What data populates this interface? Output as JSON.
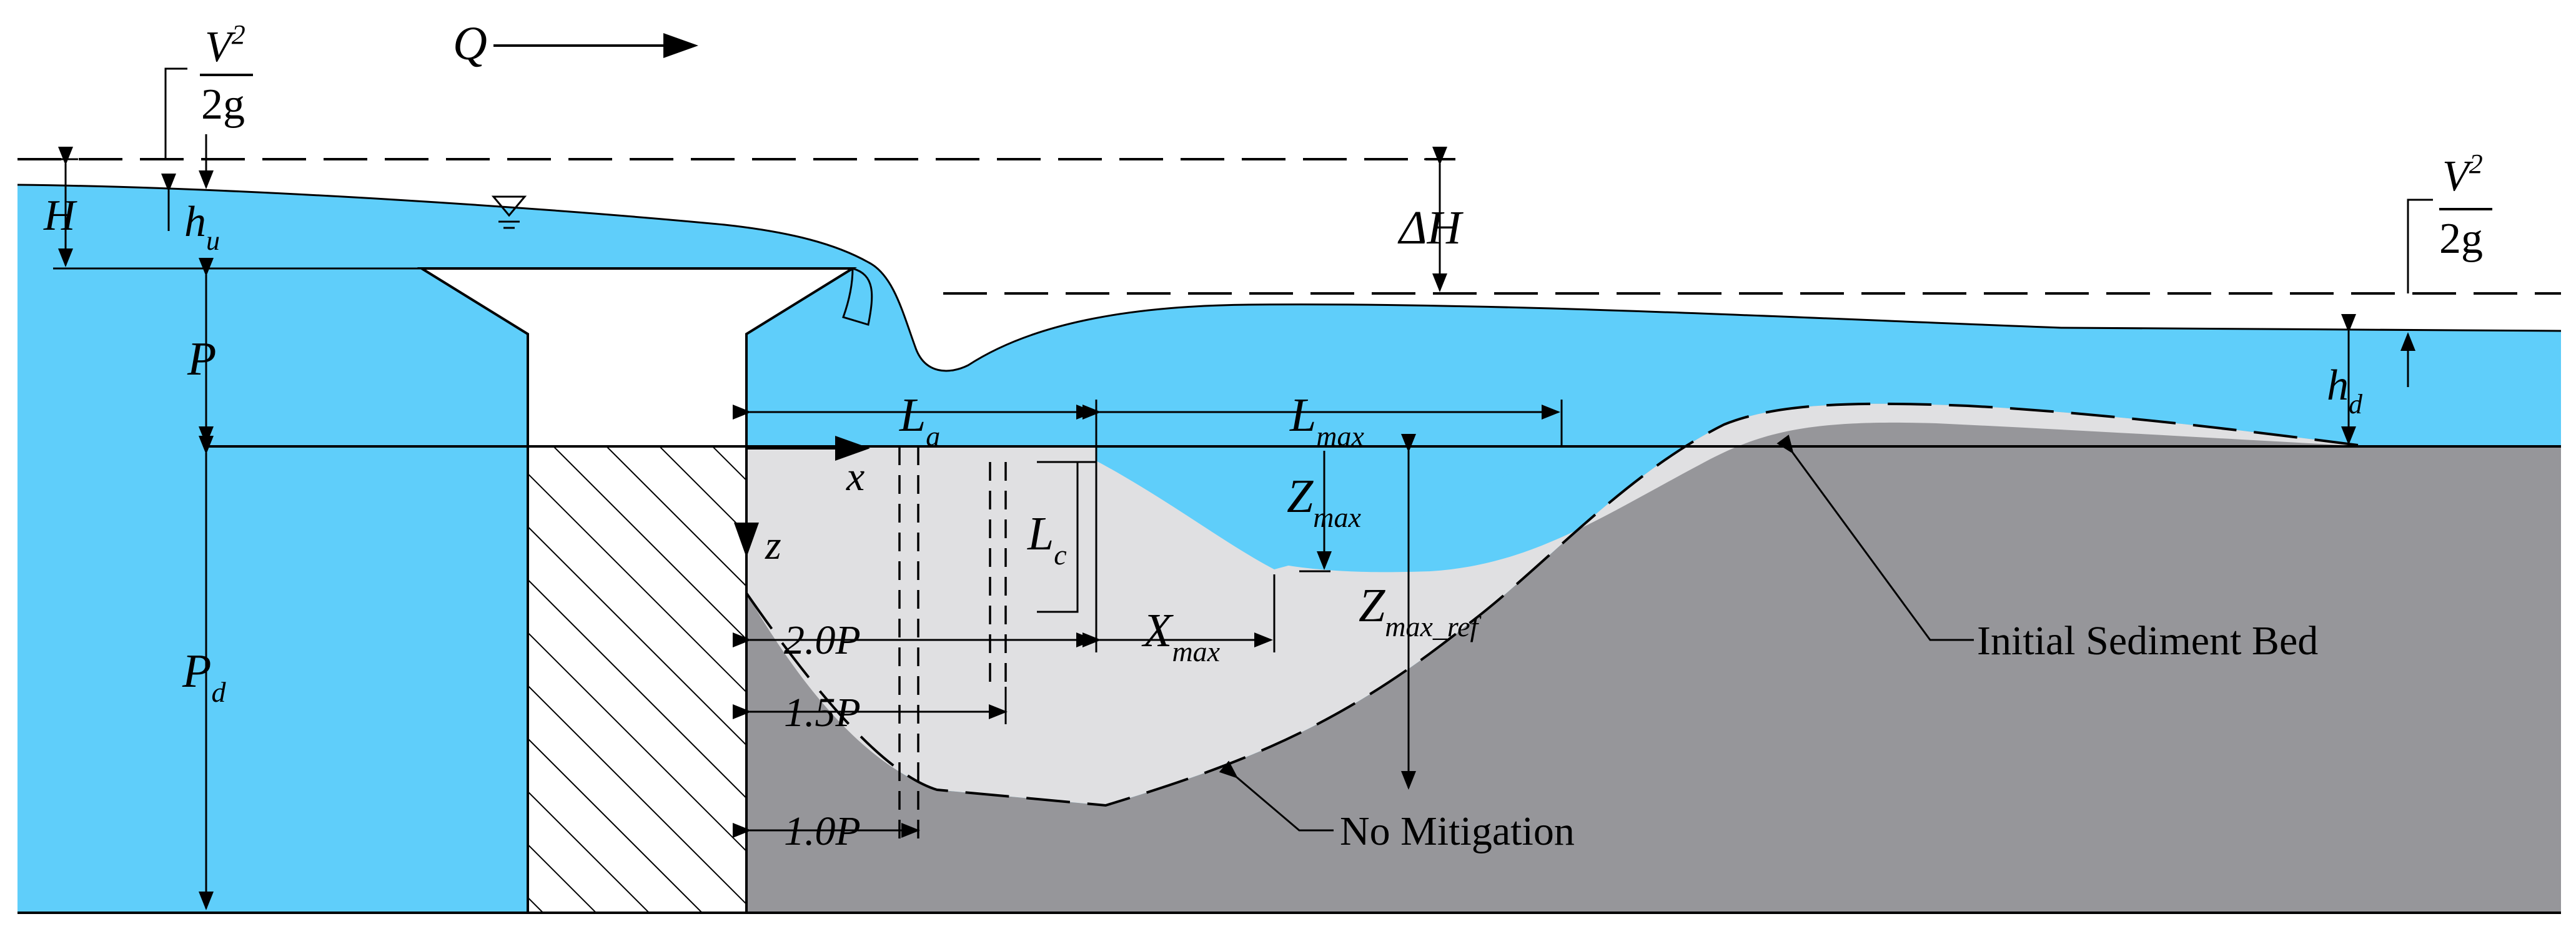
{
  "labels": {
    "flow": "Q",
    "head_upstream_num": "V",
    "head_upstream_sup": "2",
    "head_upstream_den": "2g",
    "head_downstream_num": "V",
    "head_downstream_sup": "2",
    "head_downstream_den": "2g",
    "H": "H",
    "h": "h",
    "h_u_sub": "u",
    "P": "P",
    "P_d": "P",
    "P_d_sub": "d",
    "delta_H": "ΔH",
    "h_d": "h",
    "h_d_sub": "d",
    "L": "L",
    "L_a_sub": "a",
    "L_max_sub": "max",
    "L_c_sub": "c",
    "x_axis": "x",
    "z_axis": "z",
    "Z": "Z",
    "Z_max_sub": "max",
    "Z_max_ref_sub": "max_ref",
    "X": "X",
    "X_max_sub": "max",
    "p20": "2.0P",
    "p15": "1.5P",
    "p10": "1.0P",
    "initial_bed": "Initial Sediment Bed",
    "no_mitigation": "No Mitigation"
  },
  "colors": {
    "water": "#5fcefa",
    "sediment": "#96969a",
    "scour": "#e0e0e2",
    "line": "#000000"
  }
}
